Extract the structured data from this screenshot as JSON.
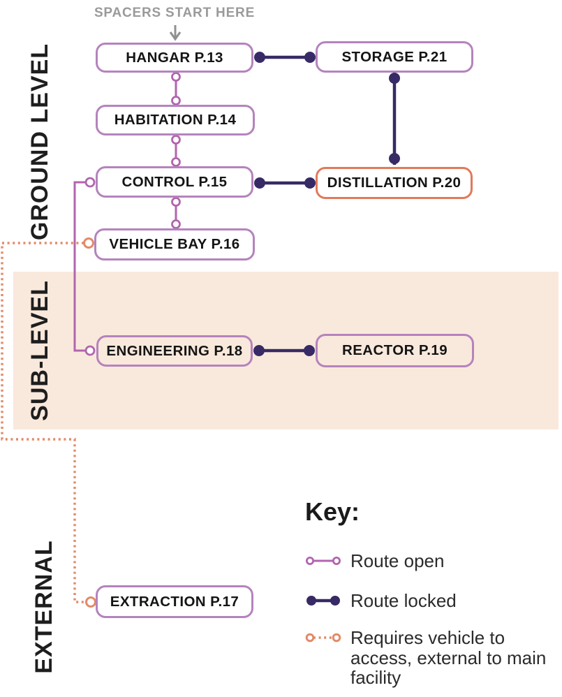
{
  "colors": {
    "purple-border": "#b583bd",
    "purple-route": "#b165af",
    "locked-route": "#372a65",
    "orange": "#e27a5a",
    "orange-route": "#e28a69",
    "band": "#f9e9dc",
    "gray": "#9a9a9a"
  },
  "annotation": {
    "label": "SPACERS START HERE"
  },
  "sections": {
    "ground": {
      "label": "GROUND LEVEL"
    },
    "sub": {
      "label": "SUB-LEVEL"
    },
    "external": {
      "label": "EXTERNAL"
    }
  },
  "rooms": {
    "hangar": {
      "label": "HANGAR P.13",
      "section": "GROUND LEVEL"
    },
    "storage": {
      "label": "STORAGE P.21",
      "section": "GROUND LEVEL"
    },
    "habitation": {
      "label": "HABITATION P.14",
      "section": "GROUND LEVEL"
    },
    "control": {
      "label": "CONTROL P.15",
      "section": "GROUND LEVEL"
    },
    "distillation": {
      "label": "DISTILLATION P.20",
      "section": "GROUND LEVEL"
    },
    "vehicle_bay": {
      "label": "VEHICLE BAY P.16",
      "section": "GROUND LEVEL"
    },
    "engineering": {
      "label": "ENGINEERING P.18",
      "section": "SUB-LEVEL"
    },
    "reactor": {
      "label": "REACTOR P.19",
      "section": "SUB-LEVEL"
    },
    "extraction": {
      "label": "EXTRACTION P.17",
      "section": "EXTERNAL"
    }
  },
  "routes": [
    {
      "from": "HANGAR P.13",
      "to": "STORAGE P.21",
      "type": "locked"
    },
    {
      "from": "HANGAR P.13",
      "to": "HABITATION P.14",
      "type": "open"
    },
    {
      "from": "HABITATION P.14",
      "to": "CONTROL P.15",
      "type": "open"
    },
    {
      "from": "CONTROL P.15",
      "to": "VEHICLE BAY P.16",
      "type": "open"
    },
    {
      "from": "CONTROL P.15",
      "to": "DISTILLATION P.20",
      "type": "locked"
    },
    {
      "from": "STORAGE P.21",
      "to": "DISTILLATION P.20",
      "type": "locked"
    },
    {
      "from": "CONTROL P.15",
      "to": "ENGINEERING P.18",
      "type": "open"
    },
    {
      "from": "ENGINEERING P.18",
      "to": "REACTOR P.19",
      "type": "locked"
    },
    {
      "from": "VEHICLE BAY P.16",
      "to": "EXTRACTION P.17",
      "type": "vehicle"
    }
  ],
  "key": {
    "title": "Key:",
    "items": [
      {
        "symbol": "route-open-icon",
        "label": "Route open"
      },
      {
        "symbol": "route-locked-icon",
        "label": "Route locked"
      },
      {
        "symbol": "route-vehicle-icon",
        "label": "Requires vehicle to access, external to main facility"
      }
    ]
  }
}
